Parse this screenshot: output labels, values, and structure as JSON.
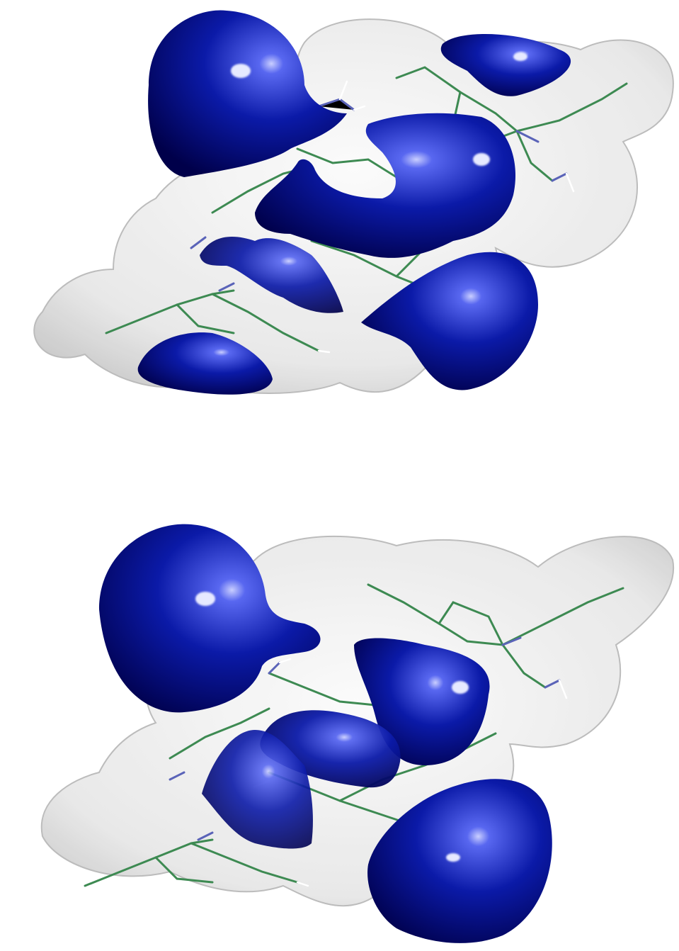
{
  "figure": {
    "panels": [
      {
        "id": "top",
        "description_name": "molecular-isosurface-view-1"
      },
      {
        "id": "bottom",
        "description_name": "molecular-isosurface-view-2"
      }
    ]
  },
  "colors": {
    "background": "#ffffff",
    "orbital_lobe": "#0b1aa8",
    "orbital_lobe_dark": "#00004a",
    "orbital_highlight": "#8f9bff",
    "density_surface": "#d9d9d9",
    "density_surface_edge": "#b5b5b5",
    "carbon_bond": "#3d8a52",
    "nitrogen_atom": "#5a63b8",
    "hydrogen_atom": "#e8e8e8"
  }
}
